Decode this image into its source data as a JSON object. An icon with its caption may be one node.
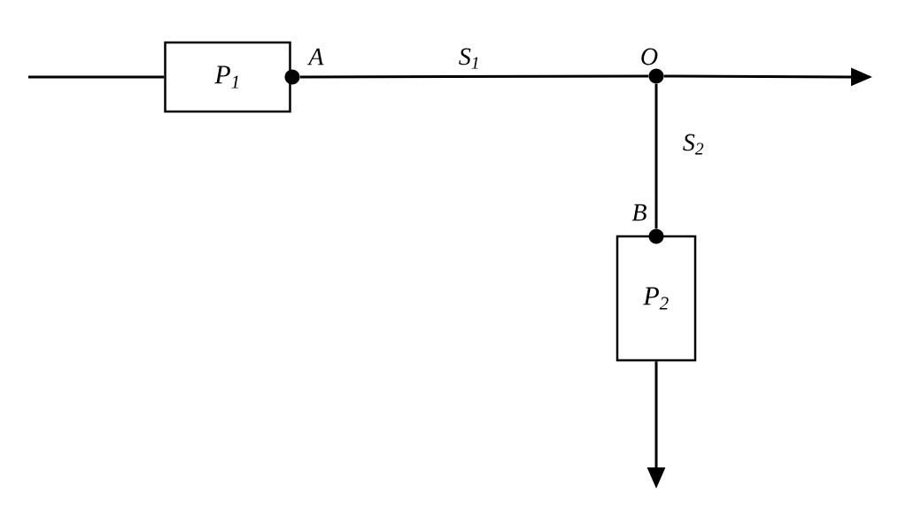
{
  "diagram": {
    "nodes": [
      {
        "text": [
          "P$_{1}$"
        ]
      },
      {
        "text": [],
        "shape": "circle",
        "beside": [
          "A"
        ]
      },
      {
        "text": [],
        "shape": "circle",
        "beside": [
          "O"
        ]
      },
      {
        "text": [],
        "shape": "circle",
        "beside": [
          "B"
        ]
      },
      {
        "text": [
          "P$_{2}$"
        ]
      }
    ],
    "edges": [
      {
        "from": null,
        "to": 0,
        "arrow": "none"
      },
      {
        "from": 1,
        "to": 2,
        "arrow": "none",
        "label": "S$_{1}$"
      },
      {
        "from": 2,
        "to": null,
        "arrow": "to"
      },
      {
        "from": 2,
        "to": 3,
        "arrow": "none",
        "label": "S$_{2}$"
      },
      {
        "from": 4,
        "to": null,
        "arrow": "to"
      }
    ]
  }
}
